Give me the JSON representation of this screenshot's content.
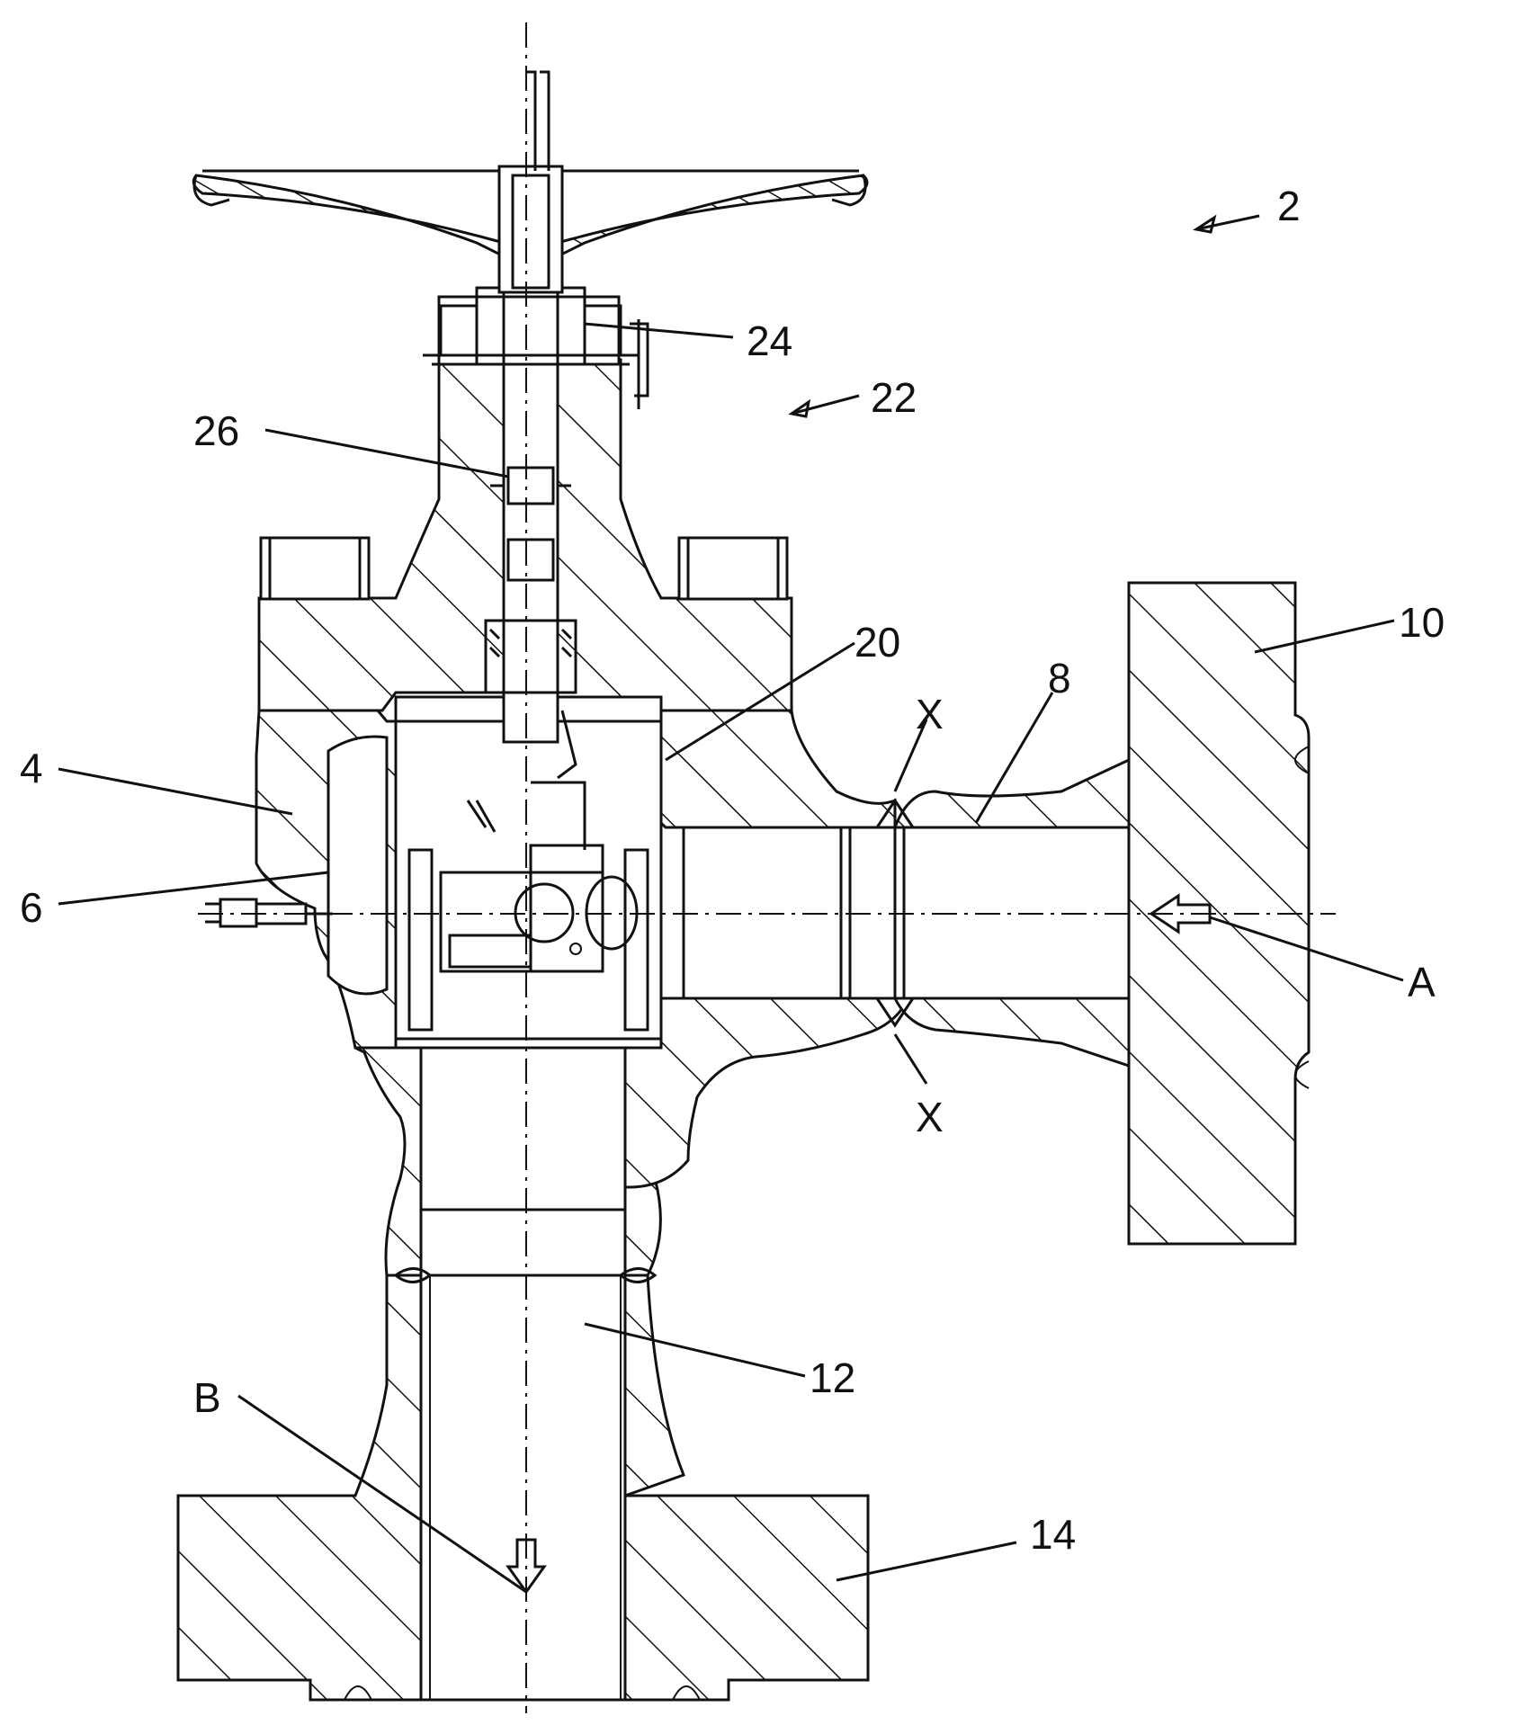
{
  "figure": {
    "labels": {
      "assembly": "2",
      "body": "4",
      "cavity": "6",
      "inlet_bore": "8",
      "inlet_flange": "10",
      "outlet_bore": "12",
      "outlet_flange": "14",
      "seat": "20",
      "bonnet_assembly": "22",
      "stem_nut": "24",
      "stem_packing": "26",
      "weld_top": "X",
      "weld_bottom": "X",
      "inlet_flow": "A",
      "outlet_flow": "B"
    }
  }
}
